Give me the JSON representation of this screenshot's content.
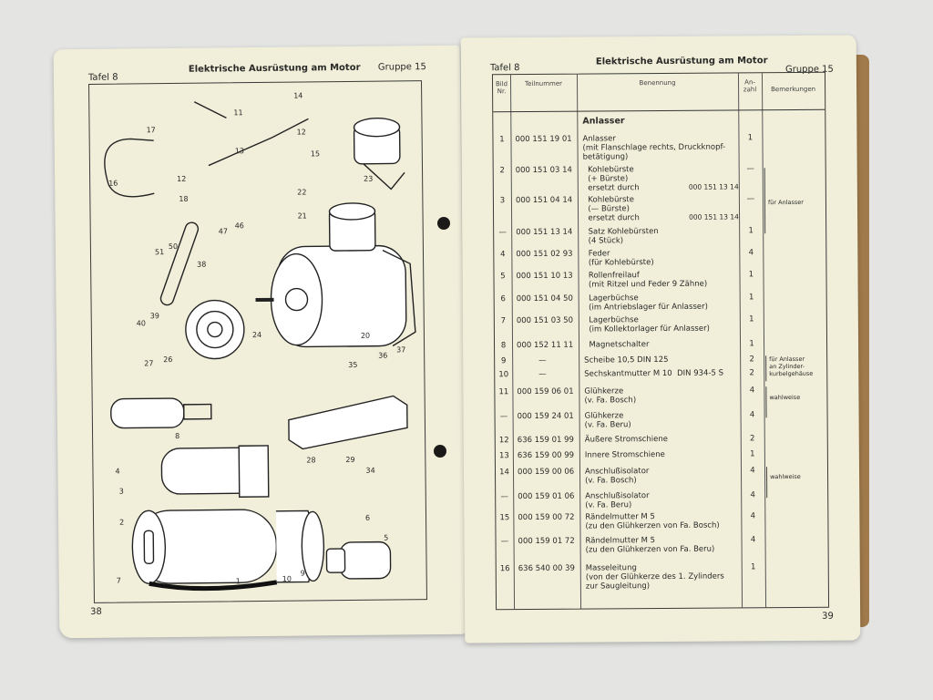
{
  "left_page": {
    "tafel": "Tafel 8",
    "title": "Elektrische Ausrüstung am Motor",
    "gruppe": "Gruppe 15",
    "page_number": "38",
    "callouts": [
      "14",
      "11",
      "17",
      "12",
      "13",
      "15",
      "16",
      "12",
      "18",
      "23",
      "22",
      "21",
      "46",
      "47",
      "51",
      "50",
      "38",
      "40",
      "39",
      "24",
      "20",
      "27",
      "26",
      "36",
      "37",
      "35",
      "8",
      "28",
      "29",
      "34",
      "4",
      "3",
      "2",
      "6",
      "5",
      "7",
      "1",
      "10",
      "9"
    ]
  },
  "right_page": {
    "tafel": "Tafel 8",
    "title": "Elektrische Ausrüstung am Motor",
    "gruppe": "Gruppe 15",
    "page_number": "39",
    "columns": [
      "Bild\nNr.",
      "Teilnummer",
      "Benennung",
      "An-\nzahl",
      "Bemerkungen"
    ],
    "section": "Anlasser",
    "rows": [
      {
        "nr": "1",
        "part": "000 151 19 01",
        "name": "Anlasser\n(mit Flanschlage rechts, Druckknopf-\nbetätigung)",
        "qty": "1",
        "ref": ""
      },
      {
        "nr": "2",
        "part": "000 151 03 14",
        "name": "  Kohlebürste\n  (+ Bürste)\n  ersetzt durch",
        "qty": "—",
        "ref": "000 151 13 14"
      },
      {
        "nr": "3",
        "part": "000 151 04 14",
        "name": "  Kohlebürste\n  (— Bürste)\n  ersetzt durch",
        "qty": "—",
        "ref": "000 151 13 14"
      },
      {
        "nr": "—",
        "part": "000 151 13 14",
        "name": "  Satz Kohlebürsten\n  (4 Stück)",
        "qty": "1",
        "ref": ""
      },
      {
        "nr": "4",
        "part": "000 151 02 93",
        "name": "  Feder\n  (für Kohlebürste)",
        "qty": "4",
        "ref": ""
      },
      {
        "nr": "5",
        "part": "000 151 10 13",
        "name": "  Rollenfreilauf\n  (mit Ritzel und Feder 9 Zähne)",
        "qty": "1",
        "ref": ""
      },
      {
        "nr": "6",
        "part": "000 151 04 50",
        "name": "  Lagerbüchse\n  (im Antriebslager für Anlasser)",
        "qty": "1",
        "ref": ""
      },
      {
        "nr": "7",
        "part": "000 151 03 50",
        "name": "  Lagerbüchse\n  (im Kollektorlager für Anlasser)",
        "qty": "1",
        "ref": ""
      },
      {
        "nr": "8",
        "part": "000 152 11 11",
        "name": "  Magnetschalter",
        "qty": "1",
        "ref": ""
      },
      {
        "nr": "9",
        "part": "—",
        "name": "Scheibe 10,5 DIN 125",
        "qty": "2",
        "ref": ""
      },
      {
        "nr": "10",
        "part": "—",
        "name": "Sechskantmutter M 10  DIN 934-5 S",
        "qty": "2",
        "ref": ""
      },
      {
        "nr": "11",
        "part": "000 159 06 01",
        "name": "Glühkerze\n(v. Fa. Bosch)",
        "qty": "4",
        "ref": ""
      },
      {
        "nr": "—",
        "part": "000 159 24 01",
        "name": "Glühkerze\n(v. Fa. Beru)",
        "qty": "4",
        "ref": ""
      },
      {
        "nr": "12",
        "part": "636 159 01 99",
        "name": "Äußere Stromschiene",
        "qty": "2",
        "ref": ""
      },
      {
        "nr": "13",
        "part": "636 159 00 99",
        "name": "Innere Stromschiene",
        "qty": "1",
        "ref": ""
      },
      {
        "nr": "14",
        "part": "000 159 00 06",
        "name": "Anschlußisolator\n(v. Fa. Bosch)",
        "qty": "4",
        "ref": ""
      },
      {
        "nr": "—",
        "part": "000 159 01 06",
        "name": "Anschlußisolator\n(v. Fa. Beru)",
        "qty": "4",
        "ref": ""
      },
      {
        "nr": "15",
        "part": "000 159 00 72",
        "name": "Rändelmutter M 5\n(zu den Glühkerzen von Fa. Bosch)",
        "qty": "4",
        "ref": ""
      },
      {
        "nr": "—",
        "part": "000 159 01 72",
        "name": "Rändelmutter M 5\n(zu den Glühkerzen von Fa. Beru)",
        "qty": "4",
        "ref": ""
      },
      {
        "nr": "16",
        "part": "636 540 00 39",
        "name": "Masseleitung\n(von der Glühkerze des 1. Zylinders\nzur Saugleitung)",
        "qty": "1",
        "ref": ""
      }
    ],
    "remarks": {
      "fuer_anlasser": "für Anlasser",
      "zylinder": "für Anlasser\nan Zylinder-\nkurbelgehäuse",
      "wahlweise_1": "wahlweise",
      "wahlweise_2": "wahlweise"
    }
  }
}
